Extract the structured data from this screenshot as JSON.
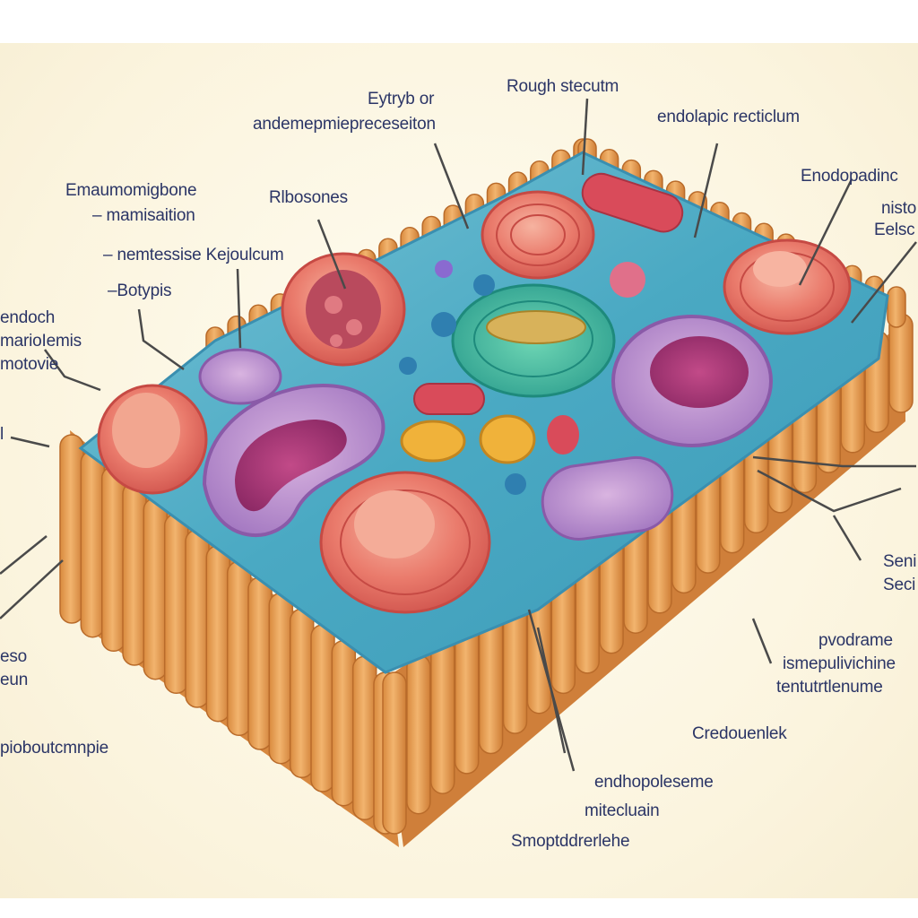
{
  "palette": {
    "background": "#fbf4de",
    "membrane": "#e8a055",
    "cytoplasm": "#4fb0c6",
    "label_text": "#2b3566",
    "leader_line": "#4a4a4a"
  },
  "labels": {
    "eytryb": "Eytryb or",
    "andeme": "andemepmiepreceseiton",
    "rough": "Rough stecutm",
    "endolapic": "endolapic recticlum",
    "endopadinc": "Enodopadinc",
    "histo": "nisto",
    "eelsc": "Eelsc",
    "ermaumo": "Emaumomigbone",
    "mamisation": "– mamisaition",
    "ribosones": "Rlbosones",
    "nemtessise": "– nemtessise Kejoulcum",
    "botypis": "–Botypis",
    "endoch": "endoch",
    "mariolemis": "marioIemis",
    "motovie": "motovie",
    "dash_l": "l",
    "esso": "eso",
    "eeun": "eun",
    "plobout": "pioboutcmnpie",
    "seni": "Seni",
    "seci": "Seci",
    "pvodrame": "pvodrame",
    "ismepu": "ismepulivichine",
    "tentu": "tentutrtlenume",
    "credoue": "Credouenlek",
    "endhopoleseme": "endhopoleseme",
    "mitecluain": "mitecluain",
    "smopt": "Smoptddrerlehe"
  }
}
